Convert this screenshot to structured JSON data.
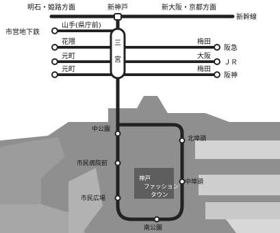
{
  "map": {
    "top_line": {
      "west_label": "明石・姫路方面",
      "east_label": "新大阪・京都方面",
      "station_label": "新神戸",
      "line_name": "新幹線"
    },
    "west_labels": {
      "subway_name": "市営地下鉄",
      "yamate_station": "山手(県庁前)",
      "hanakuma_station": "花隈",
      "motomachi_1": "元町",
      "motomachi_2": "元町"
    },
    "east_labels": {
      "umeda_1": "梅田",
      "hankyu": "阪急",
      "osaka": "大阪",
      "jr": "ＪＲ",
      "umeda_2": "梅田",
      "hanshin": "阪神"
    },
    "hub": {
      "char_1": "三",
      "char_2": "宮"
    },
    "loop_stations": {
      "nakakoen": "中公園",
      "kitafuto": "北埠頭",
      "shiminbyoin": "市民病院前",
      "nakafuto": "中埠頭",
      "shiminhiroba": "市民広場",
      "minamikoen": "南公園"
    },
    "district": {
      "line_1": "神戸",
      "line_2": "ファッション",
      "line_3": "タウン"
    },
    "colors": {
      "line": "#222222",
      "land_dark": "#8f8f8f",
      "land_mid": "#a9a9a9",
      "land_light": "#c9c9c9",
      "district": "#5e5e5e",
      "station_fill": "#ffffff"
    }
  }
}
